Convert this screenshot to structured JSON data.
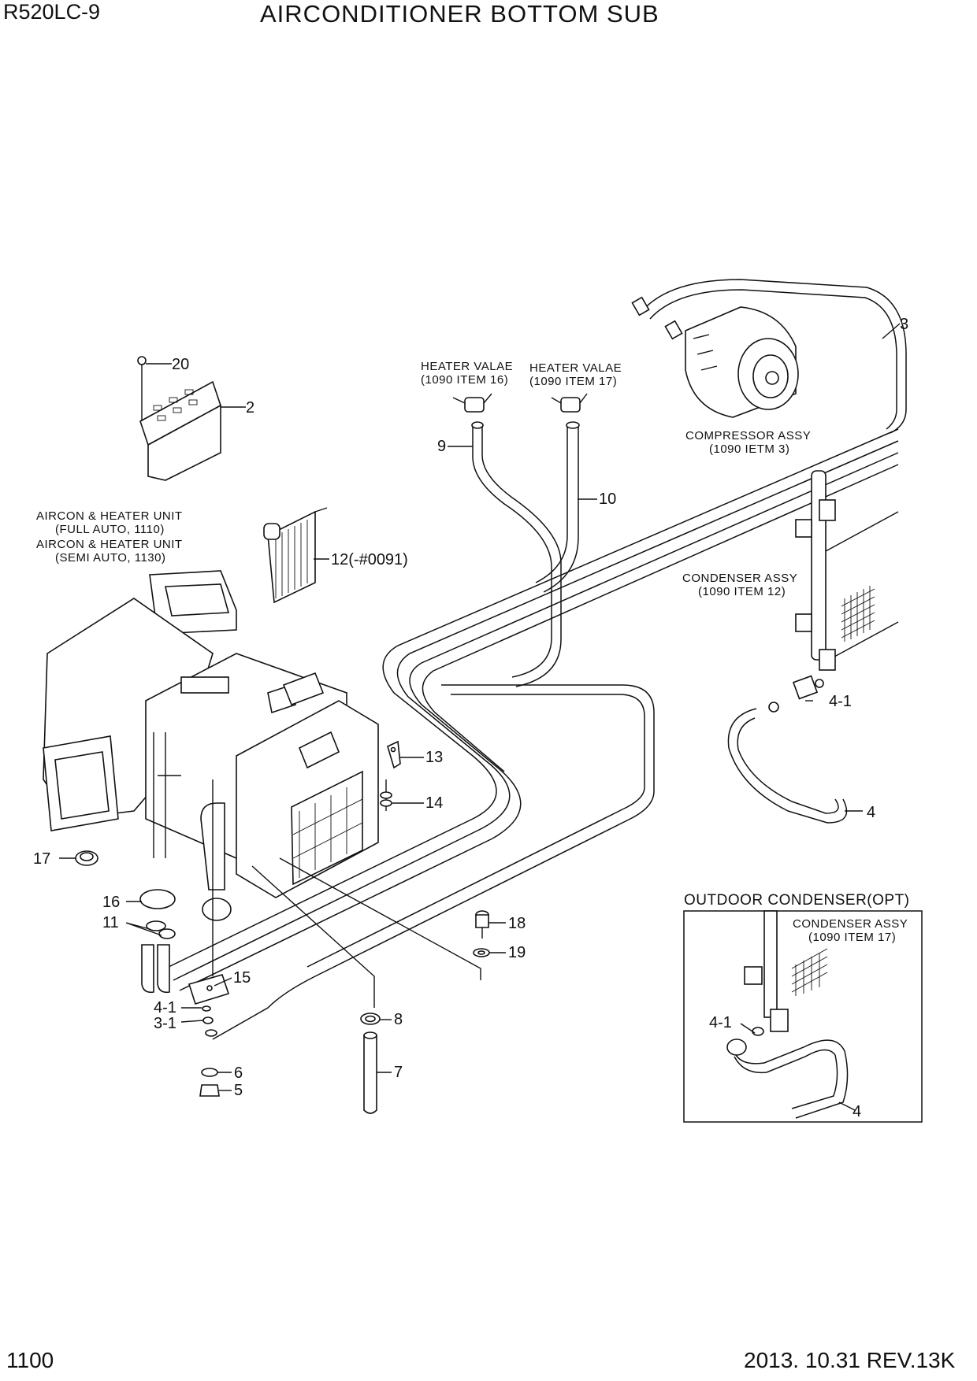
{
  "header": {
    "model": "R520LC-9",
    "title": "AIRCONDITIONER BOTTOM SUB"
  },
  "footer": {
    "page": "1100",
    "revision": "2013. 10.31  REV.13K"
  },
  "reference_notes": {
    "heater_valve_1": [
      "HEATER VALAE",
      "(1090 ITEM 16)"
    ],
    "heater_valve_2": [
      "HEATER VALAE",
      "(1090 ITEM 17)"
    ],
    "compressor": [
      "COMPRESSOR ASSY",
      "(1090 IETM 3)"
    ],
    "aircon_unit": [
      "AIRCON & HEATER UNIT",
      "(FULL AUTO, 1110)",
      "AIRCON & HEATER UNIT",
      "(SEMI AUTO, 1130)"
    ],
    "condenser": [
      "CONDENSER ASSY",
      "(1090 ITEM 12)"
    ],
    "outdoor_condenser_title": "OUTDOOR CONDENSER(OPT)",
    "outdoor_condenser": [
      "CONDENSER ASSY",
      "(1090 ITEM 17)"
    ]
  },
  "callouts": {
    "c20": "20",
    "c2": "2",
    "c3": "3",
    "c9": "9",
    "c10": "10",
    "c12": "12(-#0091)",
    "c13": "13",
    "c14": "14",
    "c17": "17",
    "c16": "16",
    "c11": "11",
    "c15": "15",
    "c4_1a": "4-1",
    "c3_1": "3-1",
    "c6": "6",
    "c5": "5",
    "c8": "8",
    "c7": "7",
    "c18": "18",
    "c19": "19",
    "c4_1b": "4-1",
    "c4a": "4",
    "c4_1c": "4-1",
    "c4b": "4"
  }
}
